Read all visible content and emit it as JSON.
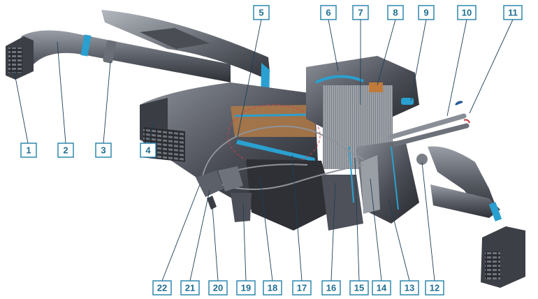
{
  "diagram": {
    "callouts_top": [
      "5",
      "6",
      "7",
      "8",
      "9",
      "10",
      "11"
    ],
    "callouts_left": [
      "1",
      "2",
      "3",
      "4"
    ],
    "callouts_bottom": [
      "22",
      "21",
      "20",
      "19",
      "18",
      "17",
      "16",
      "15",
      "14",
      "13",
      "12"
    ]
  },
  "colors": {
    "callout_border": "#1f7fa8",
    "callout_text": "#1f6e92",
    "housing_dark": "#3a3d44",
    "housing_light": "#8a8e96",
    "seal_blue": "#2aa0d0",
    "core_copper": "#c07a3a",
    "highlight_red": "#d0404a"
  }
}
